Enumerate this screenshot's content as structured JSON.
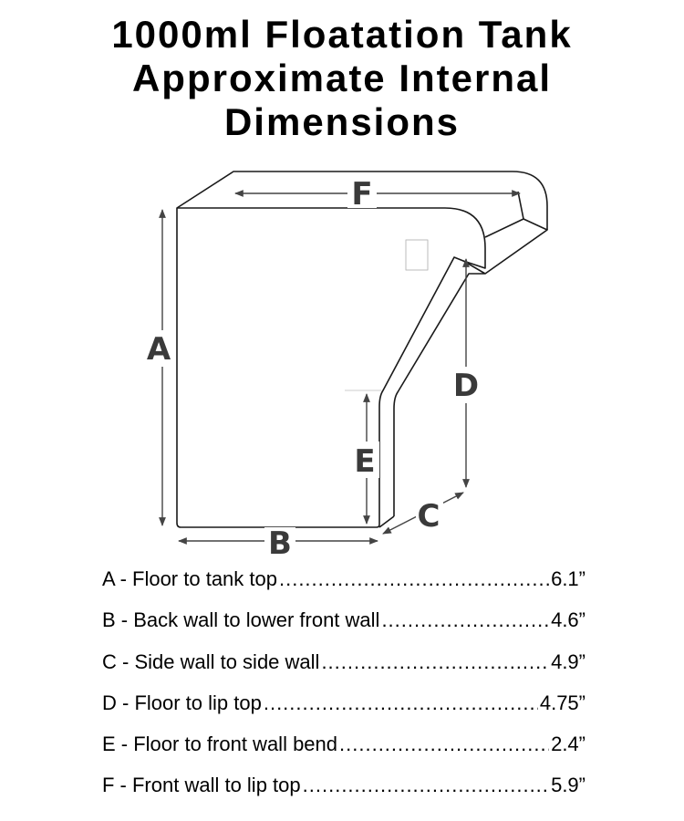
{
  "title": {
    "lines": [
      "1000ml Floatation Tank",
      "Approximate Internal",
      "Dimensions"
    ]
  },
  "diagram": {
    "labels": {
      "a": "A",
      "b": "B",
      "c": "C",
      "d": "D",
      "e": "E",
      "f": "F"
    },
    "line_color": "#1a1a1a",
    "label_color": "#3a3a3a"
  },
  "legend": [
    {
      "text": "A - Floor to tank top",
      "value": "6.1”"
    },
    {
      "text": "B - Back wall to lower front wall",
      "value": "4.6”"
    },
    {
      "text": "C - Side wall to side wall",
      "value": "4.9”"
    },
    {
      "text": "D - Floor to lip top",
      "value": "4.75”"
    },
    {
      "text": "E - Floor to front wall bend",
      "value": "2.4”"
    },
    {
      "text": "F - Front wall to lip top",
      "value": "5.9”"
    }
  ]
}
